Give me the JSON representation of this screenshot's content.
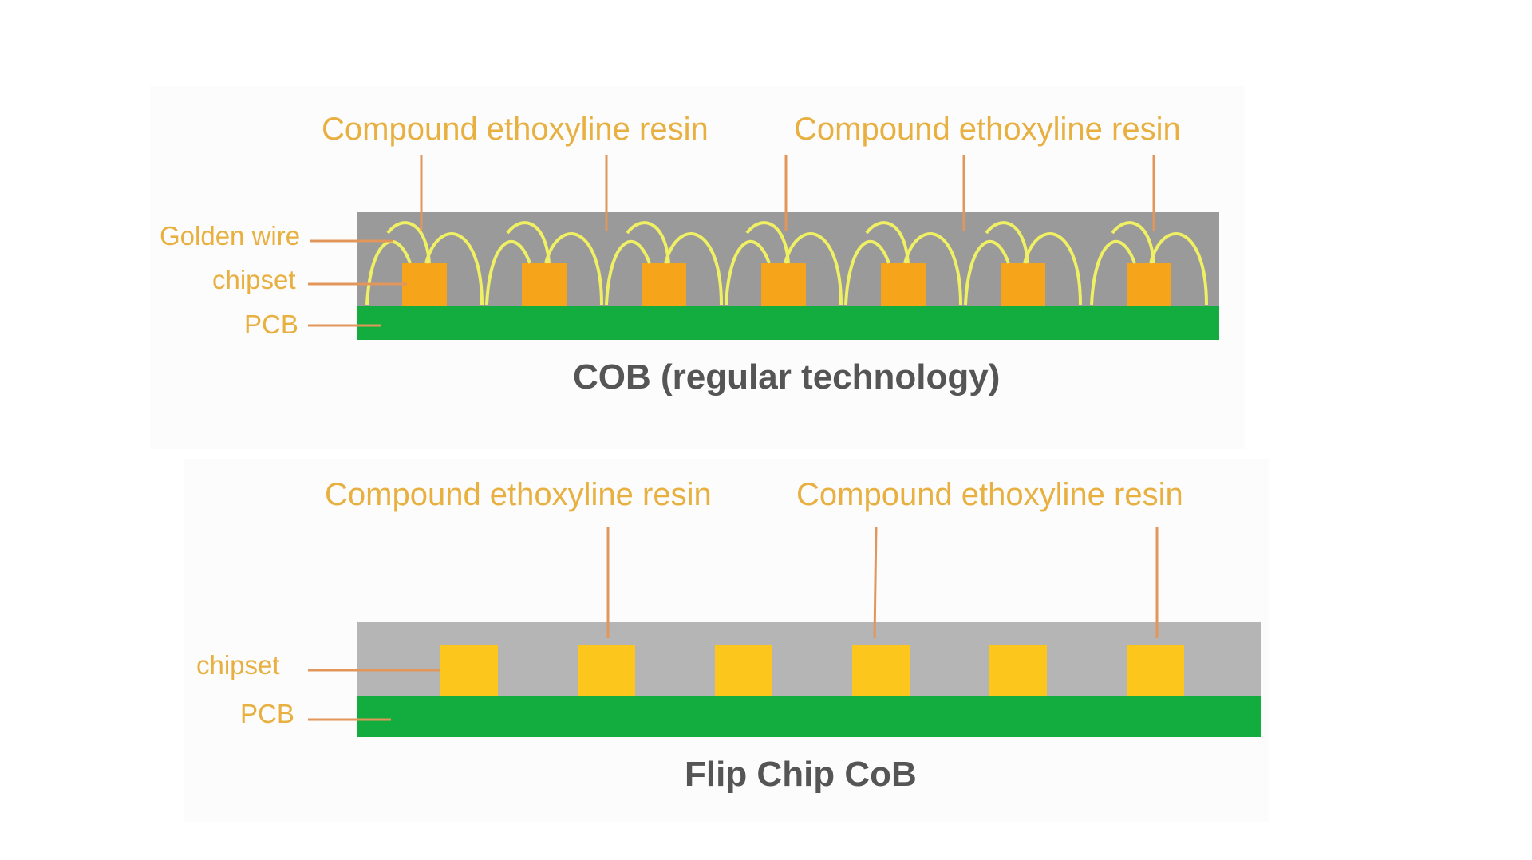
{
  "colors": {
    "label": "#e8b040",
    "leader": "#e2965a",
    "resin_cob": "#9a9a9a",
    "resin_flip": "#b5b5b5",
    "pcb": "#13ad3f",
    "chip_cob": "#f6a41a",
    "chip_flip": "#fdc61c",
    "wire": "#eff063",
    "caption": "#555555"
  },
  "cob": {
    "resin_label_left": "Compound ethoxyline resin",
    "resin_label_right": "Compound ethoxyline resin",
    "golden_wire_label": "Golden wire",
    "chipset_label": "chipset",
    "pcb_label": "PCB",
    "caption": "COB (regular technology)"
  },
  "flip": {
    "resin_label_left": "Compound ethoxyline resin",
    "resin_label_right": "Compound ethoxyline resin",
    "chipset_label": "chipset",
    "pcb_label": "PCB",
    "caption": "Flip Chip CoB"
  }
}
